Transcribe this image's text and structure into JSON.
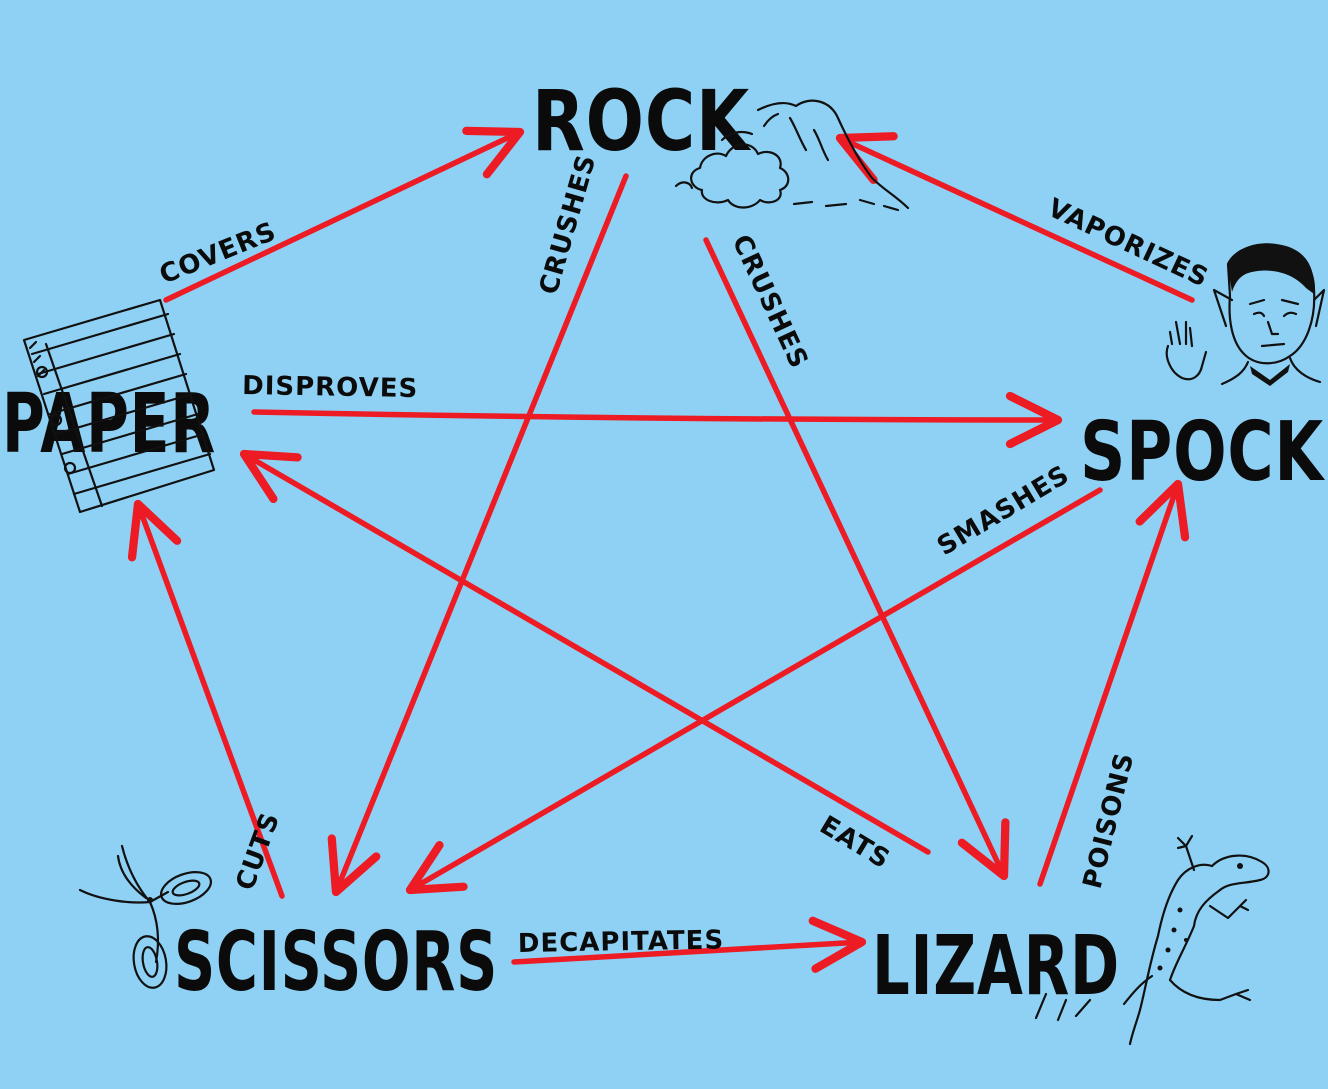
{
  "nodes": {
    "rock": "ROCK",
    "paper": "PAPER",
    "scissors": "SCISSORS",
    "lizard": "LIZARD",
    "spock": "SPOCK"
  },
  "edges": [
    {
      "from": "paper",
      "to": "rock",
      "label": "COVERS"
    },
    {
      "from": "rock",
      "to": "scissors",
      "label": "CRUSHES"
    },
    {
      "from": "rock",
      "to": "lizard",
      "label": "CRUSHES"
    },
    {
      "from": "spock",
      "to": "rock",
      "label": "VAPORIZES"
    },
    {
      "from": "paper",
      "to": "spock",
      "label": "DISPROVES"
    },
    {
      "from": "spock",
      "to": "scissors",
      "label": "SMASHES"
    },
    {
      "from": "lizard",
      "to": "paper",
      "label": "EATS"
    },
    {
      "from": "lizard",
      "to": "spock",
      "label": "POISONS"
    },
    {
      "from": "scissors",
      "to": "paper",
      "label": "CUTS"
    },
    {
      "from": "scissors",
      "to": "lizard",
      "label": "DECAPITATES"
    }
  ],
  "icons": {
    "rock": "rock-sketch-icon",
    "paper": "notebook-paper-icon",
    "scissors": "scissors-icon",
    "lizard": "lizard-icon",
    "spock": "spock-face-icon"
  },
  "colors": {
    "background": "#8fd1f4",
    "arrow": "#ec1b24",
    "ink": "#0b0b0b"
  }
}
